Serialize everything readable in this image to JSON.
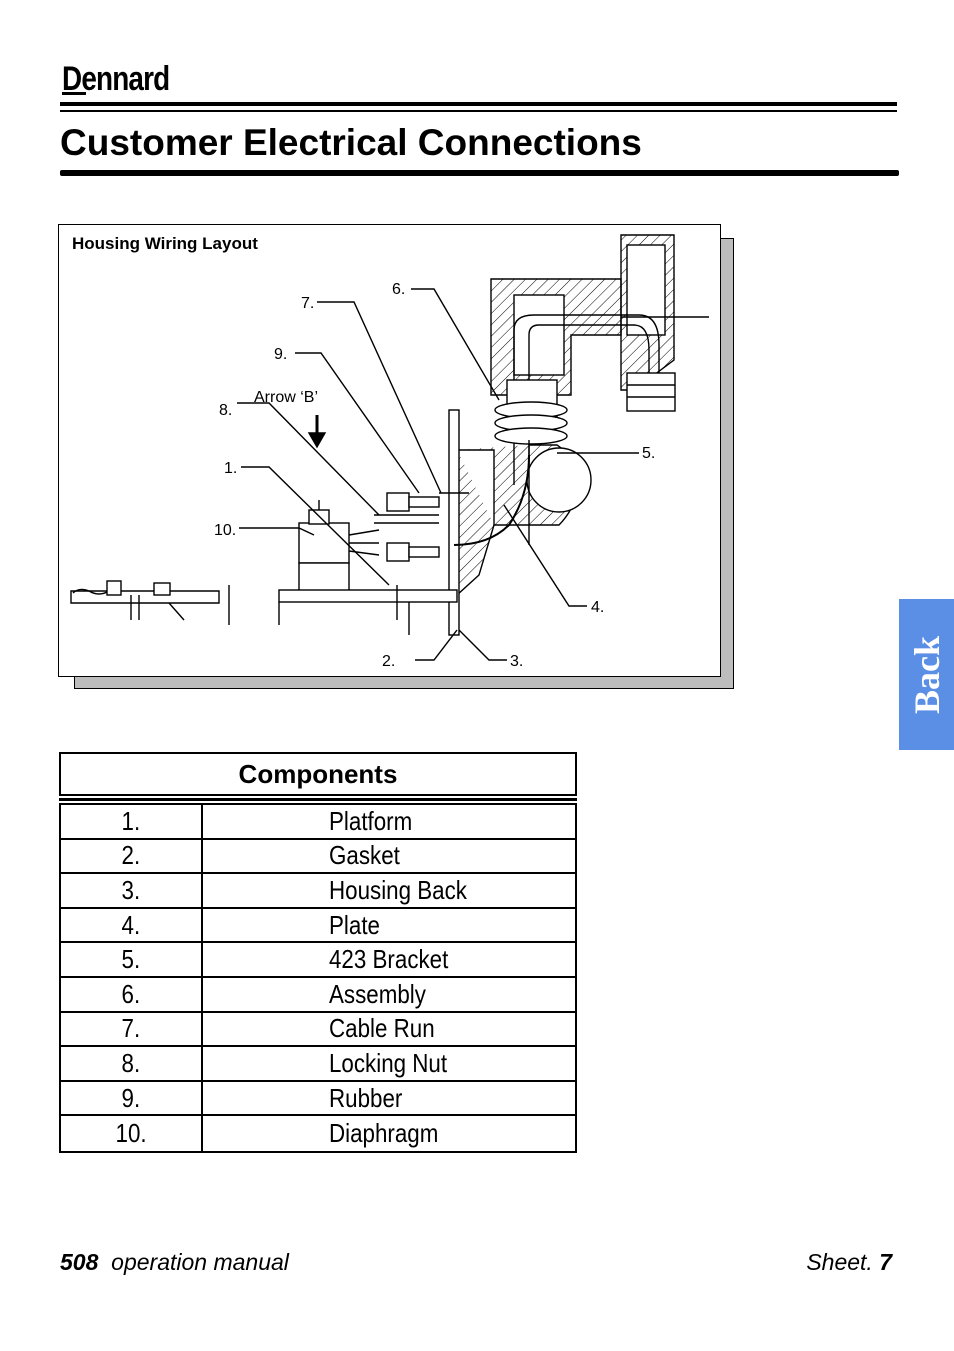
{
  "header": {
    "brand": "Dennard",
    "title": "Customer Electrical Connections"
  },
  "figure": {
    "title": "Housing Wiring Layout",
    "arrow_label": "Arrow ‘B’",
    "callouts": [
      "1.",
      "2.",
      "3.",
      "4.",
      "5.",
      "6.",
      "7.",
      "8.",
      "9.",
      "10."
    ]
  },
  "back_tab": {
    "label": "Back"
  },
  "components": {
    "heading": "Components",
    "rows": [
      {
        "num": "1.",
        "name": "Platform"
      },
      {
        "num": "2.",
        "name": "Gasket"
      },
      {
        "num": "3.",
        "name": "Housing Back"
      },
      {
        "num": "4.",
        "name": "Plate"
      },
      {
        "num": "5.",
        "name": "423 Bracket"
      },
      {
        "num": "6.",
        "name": "Assembly"
      },
      {
        "num": "7.",
        "name": "Cable Run"
      },
      {
        "num": "8.",
        "name": "Locking Nut"
      },
      {
        "num": "9.",
        "name": "Rubber"
      },
      {
        "num": "10.",
        "name": "Diaphragm"
      }
    ]
  },
  "footer": {
    "model": "508",
    "doc": "operation manual",
    "sheet_label": "Sheet.",
    "sheet_num": "7"
  }
}
